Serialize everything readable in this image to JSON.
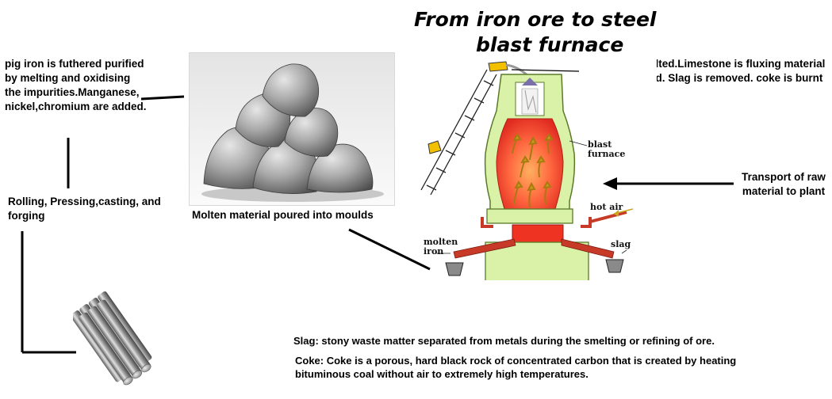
{
  "title": {
    "line1": "From iron ore to steel",
    "line2": "blast furnace"
  },
  "notes": {
    "pig_iron": "pig iron is futhered purified by melting and oxidising the impurities.Manganese, nickel,chromium are added.",
    "rolling": "Rolling, Pressing,casting, and forging",
    "molten_material": "Molten material poured into moulds",
    "iron_ore": "Iron ore is melted.Limestone is fluxing material which is added. Slag is removed. coke is burnt to heat.",
    "transport": "Transport of raw material to plant",
    "slag_def": "Slag: stony waste matter separated from metals during the smelting or refining of ore.",
    "coke_def": "Coke: Coke is a porous, hard black rock of concentrated carbon that is created by heating bituminous coal without air to extremely high temperatures."
  },
  "furnace_labels": {
    "blast_furnace": "blast furnace",
    "hot_air": "hot air",
    "molten_iron": "molten iron",
    "slag": "slag"
  },
  "colors": {
    "furnace_shell": "#d9f2a8",
    "furnace_outline": "#5a7a2a",
    "molten": "#ee3322",
    "tuyere": "#c83a28",
    "conveyor_bucket": "#f3c000"
  }
}
